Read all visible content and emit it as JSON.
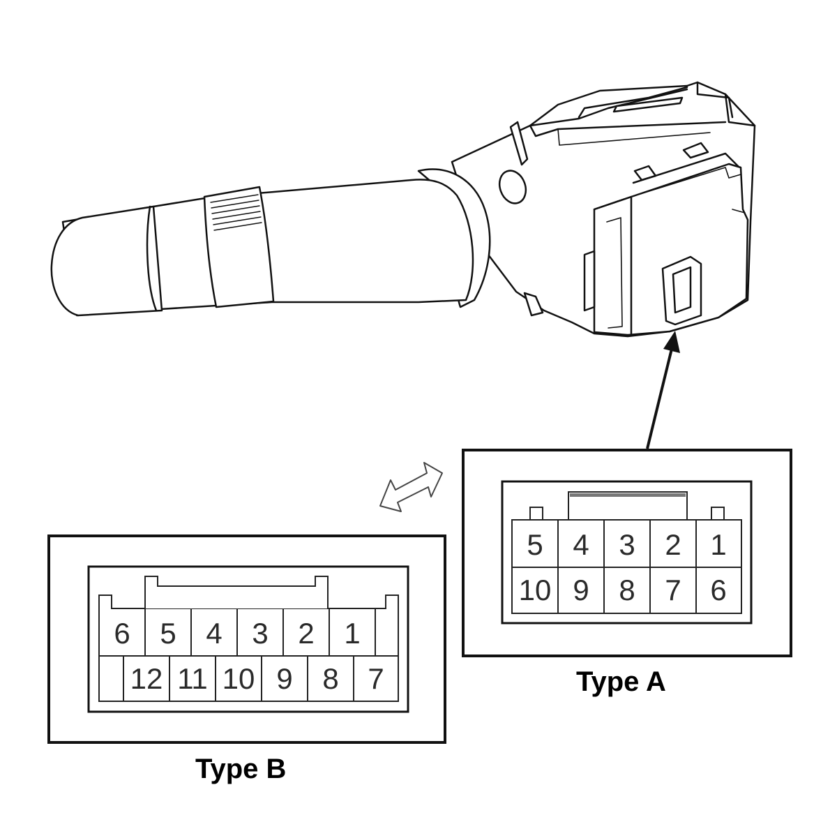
{
  "labels": {
    "type_a": "Type A",
    "type_b": "Type B"
  },
  "type_a": {
    "top_row": [
      "5",
      "4",
      "3",
      "2",
      "1"
    ],
    "bottom_row": [
      "10",
      "9",
      "8",
      "7",
      "6"
    ]
  },
  "type_b": {
    "top_row": [
      "6",
      "5",
      "4",
      "3",
      "2",
      "1"
    ],
    "bottom_row": [
      "12",
      "11",
      "10",
      "9",
      "8",
      "7"
    ]
  },
  "icons": {
    "part": "combination-switch-lever-icon",
    "pointer": "arrow-up-icon",
    "alternate": "double-arrow-icon"
  },
  "colors": {
    "line": "#111111",
    "fill": "#ffffff",
    "shade": "#777777"
  }
}
